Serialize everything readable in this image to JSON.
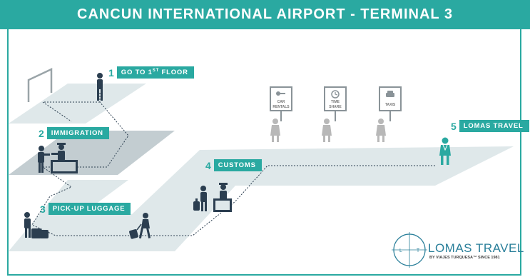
{
  "title": "CANCUN INTERNATIONAL AIRPORT - TERMINAL 3",
  "steps": [
    {
      "num": "1",
      "label_main": "GO TO 1",
      "label_sup": "ST",
      "label_tail": " FLOOR"
    },
    {
      "num": "2",
      "label": "IMMIGRATION"
    },
    {
      "num": "3",
      "label": "PICK-UP LUGGAGE"
    },
    {
      "num": "4",
      "label": "CUSTOMS"
    },
    {
      "num": "5",
      "label": "LOMAS TRAVEL"
    }
  ],
  "signs": [
    {
      "line1": "CAR",
      "line2": "RENTALS",
      "icon": "key-icon"
    },
    {
      "line1": "TIME",
      "line2": "SHARE",
      "icon": "clock-icon"
    },
    {
      "line1": "TAXIS",
      "line2": "",
      "icon": "taxi-icon"
    }
  ],
  "logo": {
    "name": "LOMAS TRAVEL",
    "tagline": "BY VIAJES TURQUESA™ SINCE 1981",
    "left_letter": "L",
    "right_letter": "T"
  },
  "colors": {
    "accent": "#2aa9a1",
    "floor": "#dfe8ea",
    "floor_dark": "#c3cdd1",
    "figure": "#2b3e50",
    "figure_grey": "#b8b8b8"
  }
}
